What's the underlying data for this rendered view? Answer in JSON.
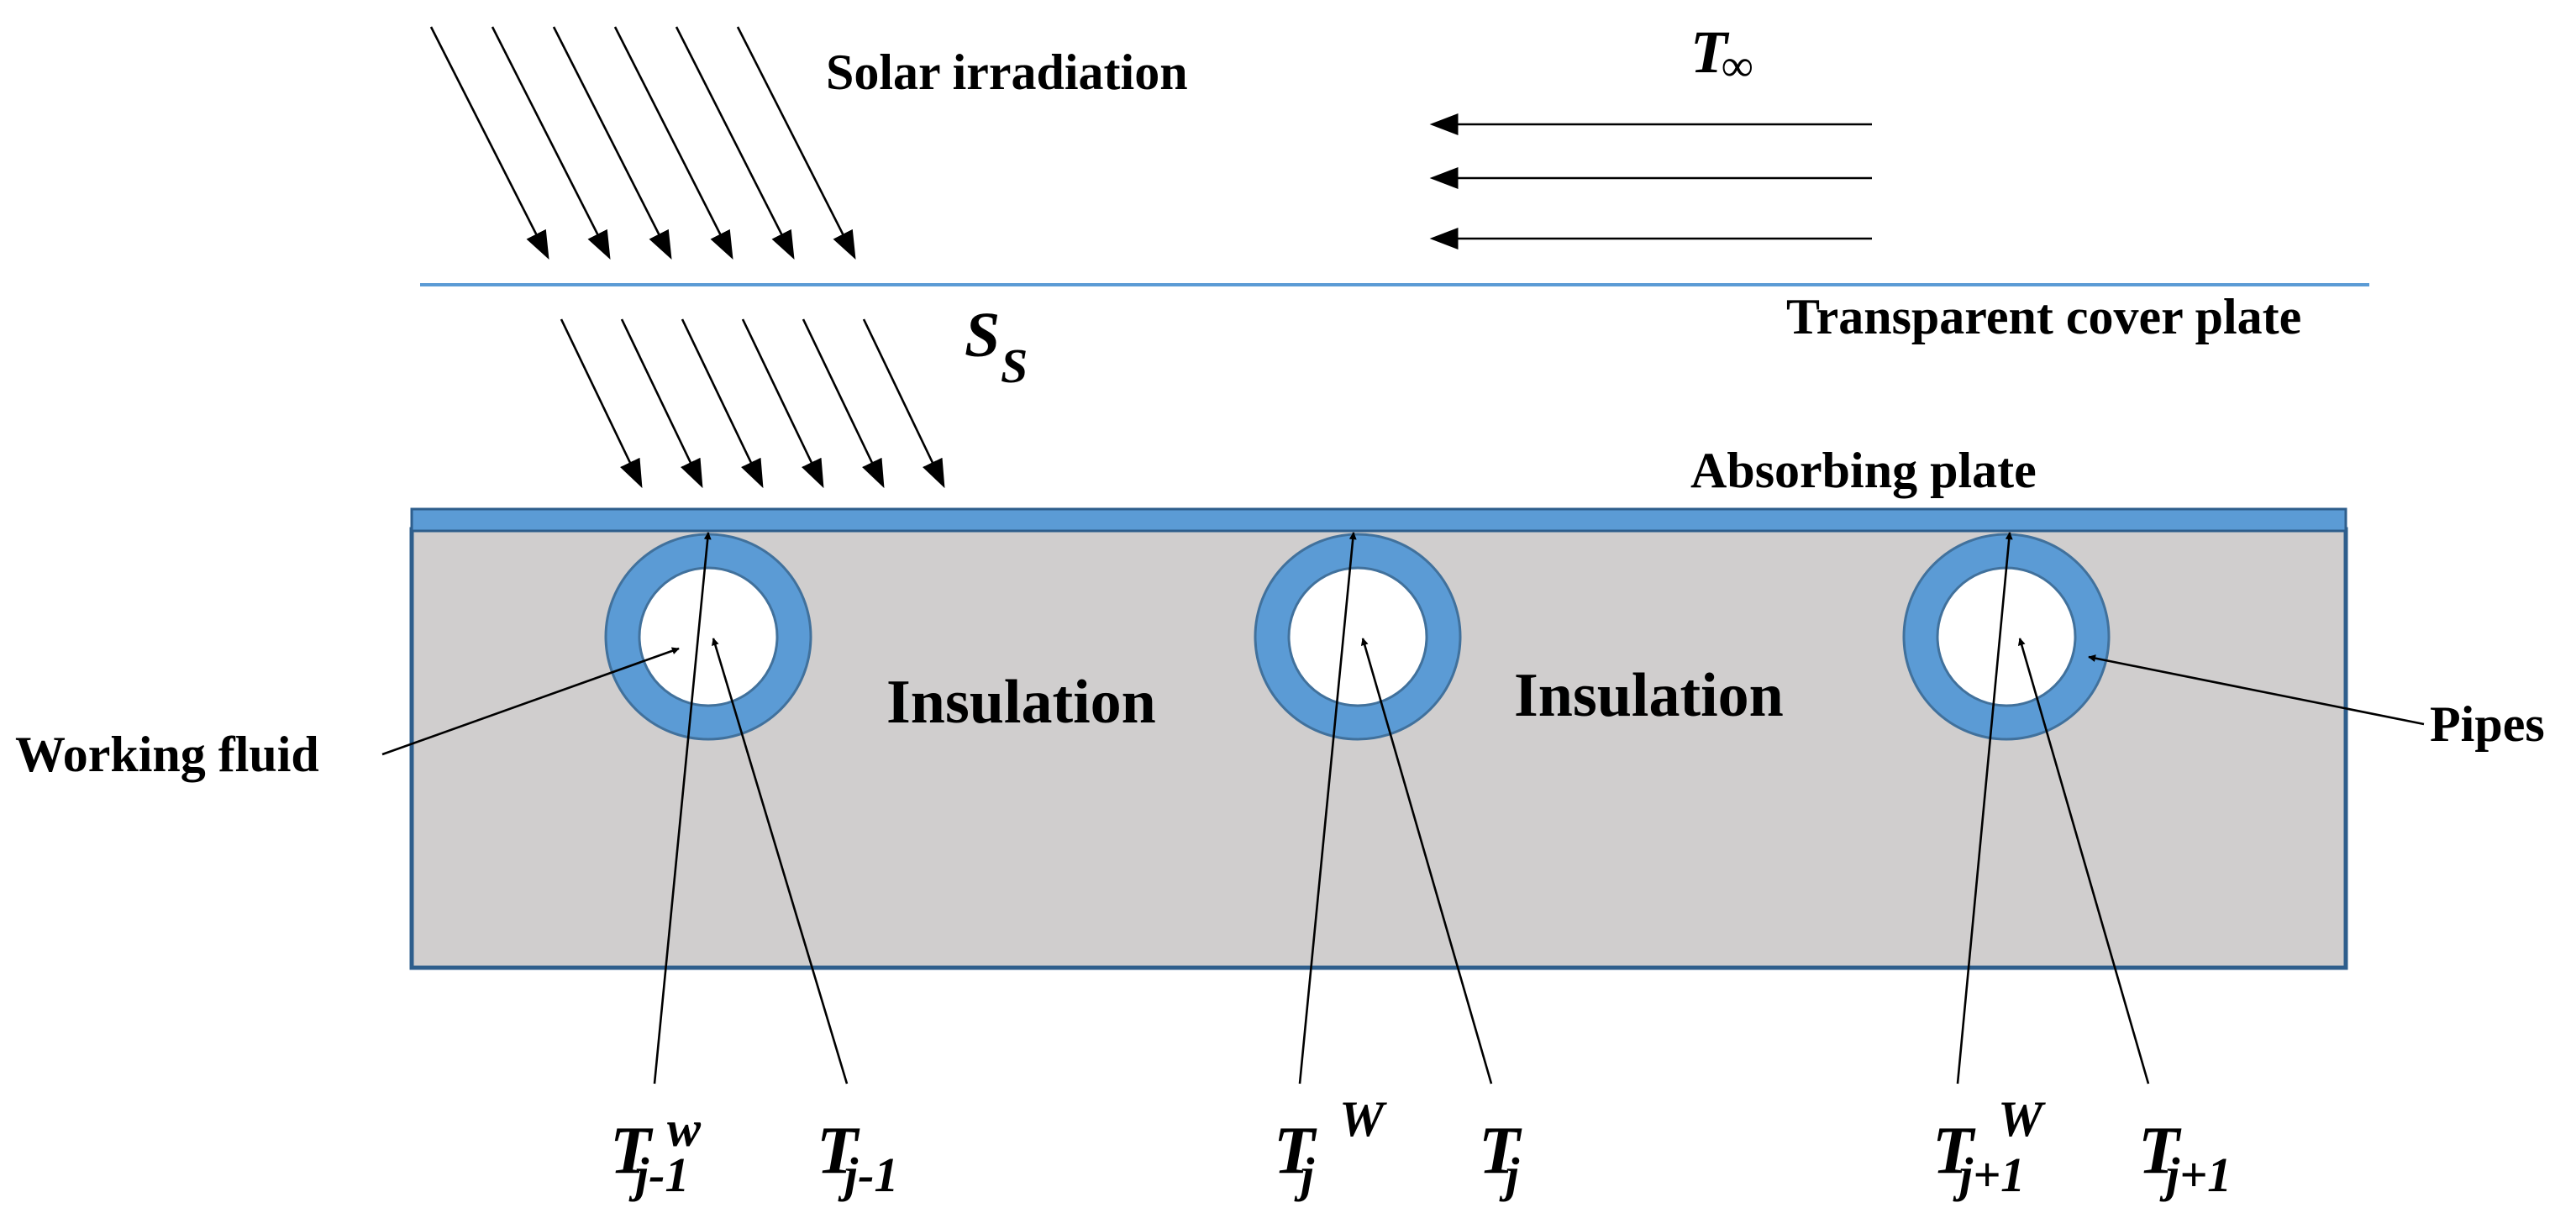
{
  "labels": {
    "solar": "Solar irradiation",
    "ambient": "T",
    "ambient_sub": "∞",
    "cover": "Transparent cover plate",
    "transmitted": "S",
    "transmitted_sub": "S",
    "absorber": "Absorbing plate",
    "insulation_1": "Insulation",
    "insulation_2": "Insulation",
    "working_fluid": "Working fluid",
    "pipes": "Pipes"
  },
  "temperatures": [
    {
      "base": "T",
      "sup": "w",
      "sub": "j-1"
    },
    {
      "base": "T",
      "sub": "j-1"
    },
    {
      "base": "T",
      "sup": "W",
      "sub": "j"
    },
    {
      "base": "T",
      "sub": "j"
    },
    {
      "base": "T",
      "sup": "W",
      "sub": "j+1"
    },
    {
      "base": "T",
      "sub": "j+1"
    }
  ],
  "colors": {
    "pipe_wall": "#5b9bd5",
    "pipe_edge": "#41719c",
    "insulation": "#d0cece",
    "insulation_edge": "#2e5e8c",
    "cover_line": "#5b9bd5"
  }
}
